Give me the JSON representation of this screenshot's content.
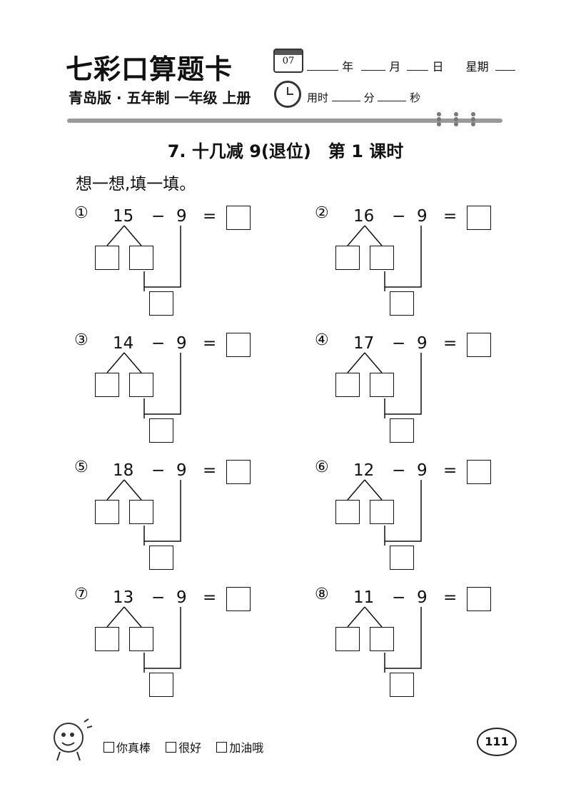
{
  "header": {
    "brand": "七彩口算题卡",
    "calendar_num": "07",
    "date_year": "年",
    "date_month": "月",
    "date_day": "日",
    "date_week": "星期",
    "subtitle": "青岛版 · 五年制 一年级 上册",
    "time_label": "用时",
    "time_min": "分",
    "time_sec": "秒"
  },
  "title": "7. 十几减 9(退位)　第 1 课时",
  "instruction": "想一想,填一填。",
  "problems": [
    {
      "num": "①",
      "minuend": "15",
      "op": "−",
      "sub": "9",
      "eq": "="
    },
    {
      "num": "②",
      "minuend": "16",
      "op": "−",
      "sub": "9",
      "eq": "="
    },
    {
      "num": "③",
      "minuend": "14",
      "op": "−",
      "sub": "9",
      "eq": "="
    },
    {
      "num": "④",
      "minuend": "17",
      "op": "−",
      "sub": "9",
      "eq": "="
    },
    {
      "num": "⑤",
      "minuend": "18",
      "op": "−",
      "sub": "9",
      "eq": "="
    },
    {
      "num": "⑥",
      "minuend": "12",
      "op": "−",
      "sub": "9",
      "eq": "="
    },
    {
      "num": "⑦",
      "minuend": "13",
      "op": "−",
      "sub": "9",
      "eq": "="
    },
    {
      "num": "⑧",
      "minuend": "11",
      "op": "−",
      "sub": "9",
      "eq": "="
    }
  ],
  "footer": {
    "opt1": "你真棒",
    "opt2": "很好",
    "opt3": "加油哦",
    "page": "111"
  }
}
